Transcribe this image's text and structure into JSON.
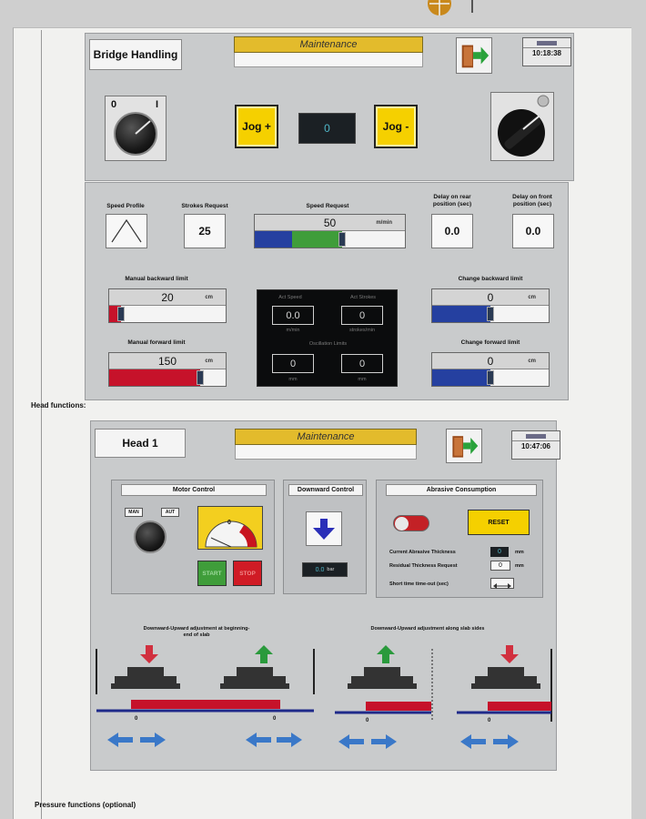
{
  "colors": {
    "accent_yellow": "#e3bb2c",
    "jog_yellow": "#f5d000",
    "fill_blue": "#2540a0",
    "fill_green": "#3f9d3a",
    "fill_red": "#c6122a",
    "start_green": "#3f9d3a",
    "stop_red": "#d01b25",
    "up_arrow_green": "#2a9a3c",
    "down_arrow_red": "#d1303f",
    "lateral_arrow_blue": "#3a78c8"
  },
  "bridge": {
    "title": "Bridge Handling",
    "mode": "Maintenance",
    "clock_time": "10:18:38",
    "selector_left_off": "0",
    "selector_left_on": "I",
    "jog_plus": "Jog +",
    "jog_value": "0",
    "jog_minus": "Jog -",
    "speed_profile_label": "Speed Profile",
    "strokes_label": "Strokes Request",
    "strokes_value": "25",
    "speed_request_label": "Speed Request",
    "speed_request_value": "50",
    "speed_request_unit": "m/min",
    "speed_request_fill": 0.58,
    "delay_rear_label": "Delay on rear position (sec)",
    "delay_rear_value": "0.0",
    "delay_front_label": "Delay on front position (sec)",
    "delay_front_value": "0.0",
    "manual_backward_label": "Manual backward limit",
    "manual_backward_value": "20",
    "manual_backward_unit": "cm",
    "manual_backward_fill": 0.1,
    "manual_forward_label": "Manual forward limit",
    "manual_forward_value": "150",
    "manual_forward_unit": "cm",
    "manual_forward_fill": 0.78,
    "change_backward_label": "Change backward limit",
    "change_backward_value": "0",
    "change_backward_unit": "cm",
    "change_backward_fill": 0.5,
    "change_forward_label": "Change forward limit",
    "change_forward_value": "0",
    "change_forward_unit": "cm",
    "change_forward_fill": 0.5,
    "act_speed_label": "Act Speed",
    "act_speed_value": "0.0",
    "act_speed_unit": "m/min",
    "act_strokes_label": "Act Strokes",
    "act_strokes_value": "0",
    "act_strokes_unit": "strokes/min",
    "oscillation_label": "Oscillation Limits",
    "osc_left_value": "0",
    "osc_left_unit": "mm",
    "osc_right_value": "0",
    "osc_right_unit": "mm"
  },
  "head_functions_label": "Head functions:",
  "head": {
    "title": "Head 1",
    "mode": "Maintenance",
    "clock_time": "10:47:06",
    "motor_control_label": "Motor Control",
    "man_label": "MAN",
    "aut_label": "AUT",
    "gauge_value": "0",
    "start_label": "START",
    "stop_label": "STOP",
    "downward_control_label": "Downward Control",
    "downward_value": "0.0",
    "downward_unit": "bar",
    "abrasive_label": "Abrasive Consumption",
    "reset_label": "RESET",
    "current_thickness_label": "Current Abrasive Thickness",
    "current_thickness_value": "0",
    "current_thickness_unit": "mm",
    "residual_thickness_label": "Residual Thickness Request",
    "residual_thickness_value": "0",
    "residual_thickness_unit": "mm",
    "short_time_label": "Short time time-out (sec)",
    "adj_begin_end_label": "Downward-Upward adjustment at beginning-end of slab",
    "adj_sides_label": "Downward-Upward adjustment along slab sides",
    "zero_1": "0",
    "zero_2": "0",
    "zero_3": "0",
    "zero_4": "0"
  },
  "pressure_functions_label": "Pressure functions (optional)"
}
